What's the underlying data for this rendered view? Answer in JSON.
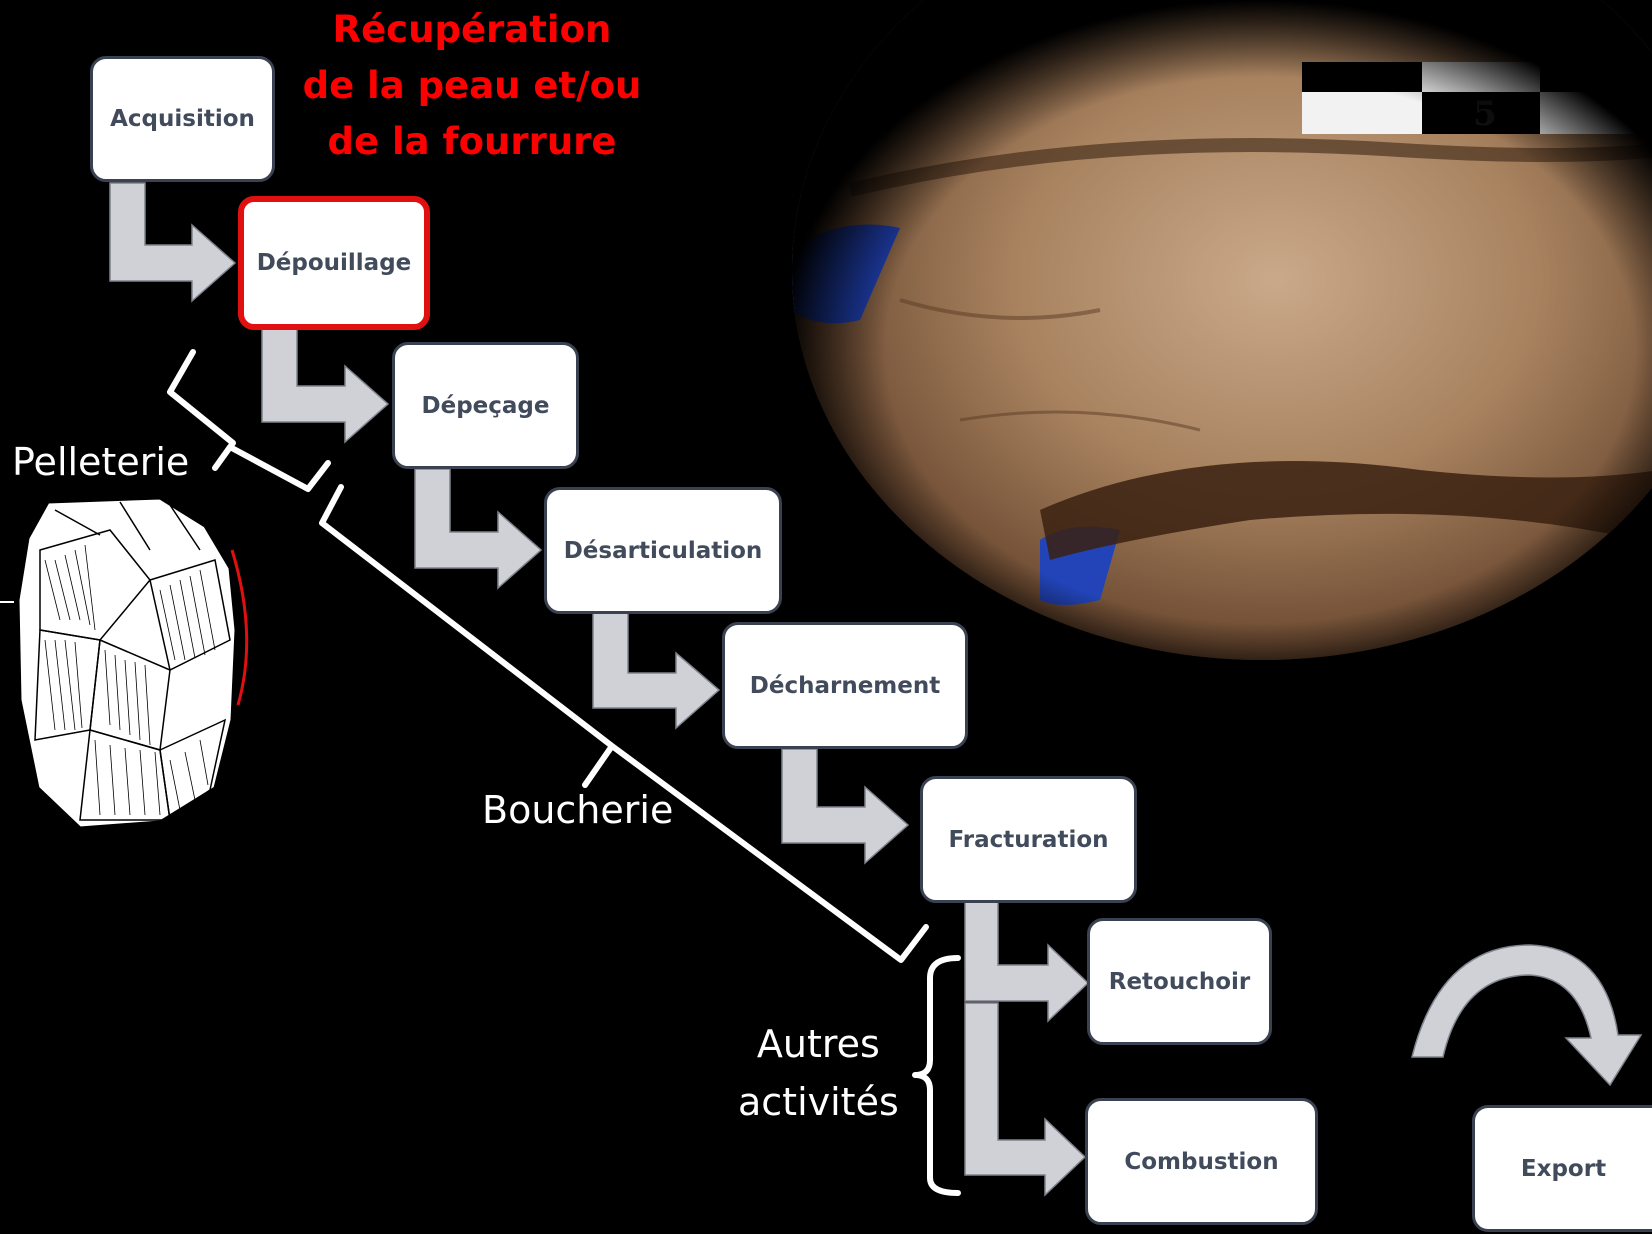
{
  "title": [
    "Récupération",
    "de la peau et/ou",
    "de la fourrure"
  ],
  "steps": {
    "acquisition": "Acquisition",
    "depouillage": "Dépouillage",
    "depecage": "Dépeçage",
    "desarticulation": "Désarticulation",
    "decharnement": "Décharnement",
    "fracturation": "Fracturation",
    "retouchoir": "Retouchoir",
    "combustion": "Combustion",
    "export": "Export"
  },
  "groups": {
    "pelleterie": "Pelleterie",
    "boucherie": "Boucherie",
    "autres": [
      "Autres",
      "activités"
    ]
  },
  "scale_number": "5",
  "colors": {
    "highlight": "#e01010",
    "title": "#ff0000",
    "arrow": "#cfd1d6",
    "box_text": "#414b5c"
  }
}
